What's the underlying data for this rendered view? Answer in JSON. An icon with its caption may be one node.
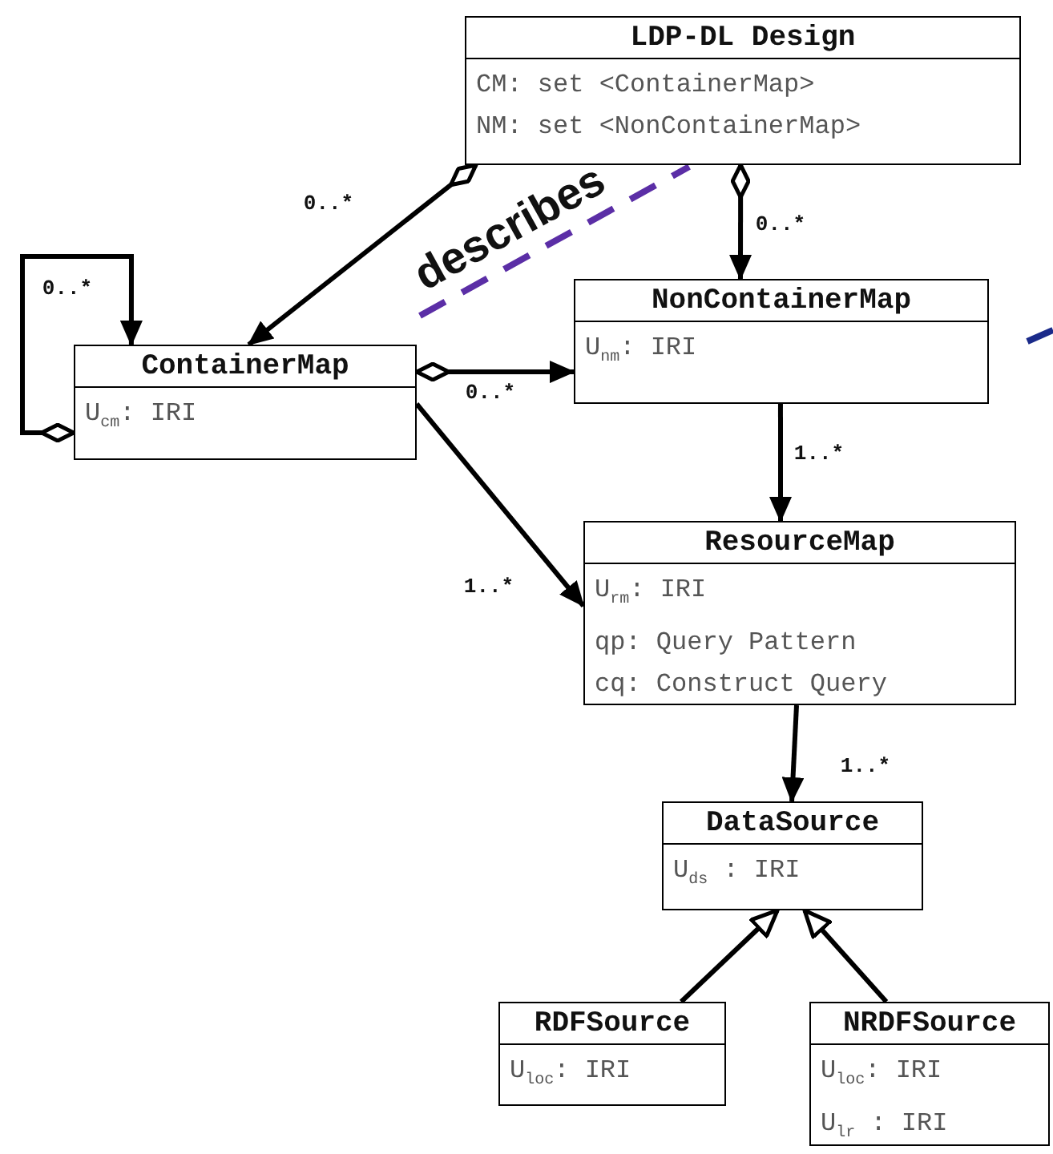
{
  "diagram": {
    "nodes": [
      {
        "text": [
          "LDP-DL Design",
          "CM: set <ContainerMap>",
          "NM: set <NonContainerMap>"
        ]
      },
      {
        "text": [
          "ContainerMap",
          "U$_{cm}$: IRI"
        ]
      },
      {
        "text": [
          "NonContainerMap",
          "U$_{nm}$: IRI"
        ]
      },
      {
        "text": [
          "ResourceMap",
          "U$_{rm}$: IRI",
          "qp: Query Pattern",
          "cq: Construct Query"
        ]
      },
      {
        "text": [
          "DataSource",
          "U$_{ds}$ : IRI"
        ]
      },
      {
        "text": [
          "RDFSource",
          "U$_{loc}$: IRI"
        ]
      },
      {
        "text": [
          "NRDFSource",
          "U$_{loc}$: IRI",
          "U$_{lr}$ : IRI"
        ]
      }
    ],
    "edges": [
      {
        "from": 0,
        "to": 1,
        "arrow": "to",
        "label": "0..*"
      },
      {
        "from": 0,
        "to": 2,
        "arrow": "to",
        "label": "0..*"
      },
      {
        "from": 1,
        "to": 2,
        "arrow": "to",
        "label": "0..*"
      },
      {
        "from": 2,
        "to": 3,
        "arrow": "to",
        "label": "1..*"
      },
      {
        "from": 1,
        "to": 3,
        "arrow": "to",
        "label": "1..*"
      },
      {
        "from": 3,
        "to": 4,
        "arrow": "to",
        "label": "1..*"
      },
      {
        "from": 5,
        "to": 4,
        "arrow": "to"
      },
      {
        "from": 6,
        "to": 4,
        "arrow": "to"
      },
      {
        "from": 1,
        "to": 1,
        "arrow": "to",
        "label": "0..*"
      }
    ],
    "labels": [
      "describes"
    ]
  }
}
